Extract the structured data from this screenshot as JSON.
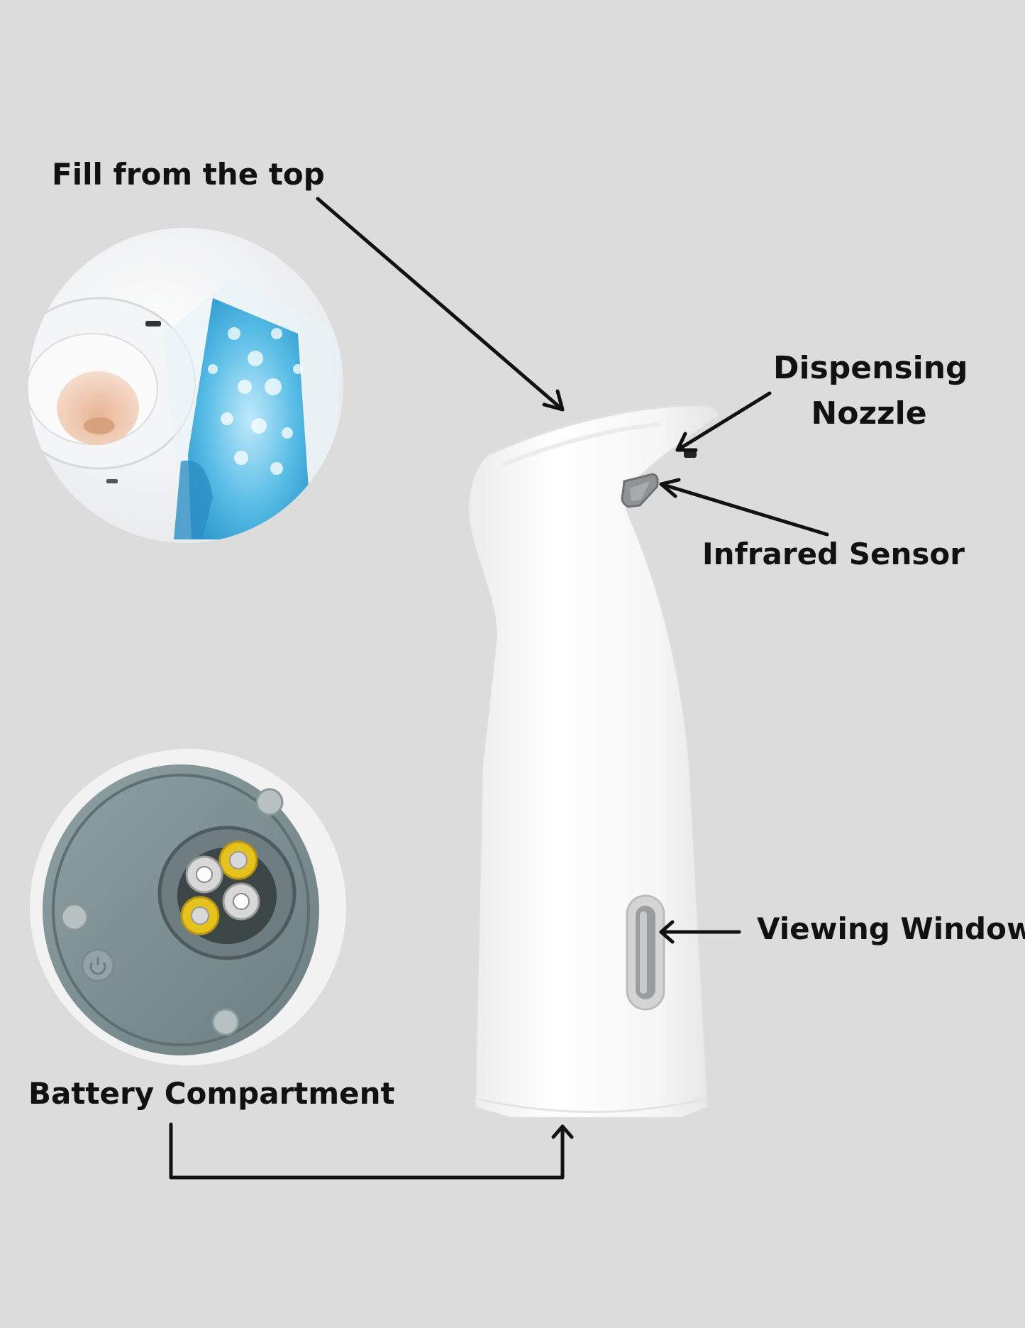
{
  "labels": {
    "fill_top": "Fill from the top",
    "dispensing_line1": "Dispensing",
    "dispensing_line2": "Nozzle",
    "infrared_sensor": "Infrared Sensor",
    "viewing_window": "Viewing Window",
    "battery_compartment": "Battery Compartment"
  },
  "colors": {
    "background": "#dcdcdc",
    "text": "#111111",
    "arrow": "#111111",
    "dispenser_body": "#f7f7f7",
    "compartment_plate": "#7f9193",
    "battery_yellow": "#e6c21e",
    "soap_blue": "#4fb7e2"
  }
}
